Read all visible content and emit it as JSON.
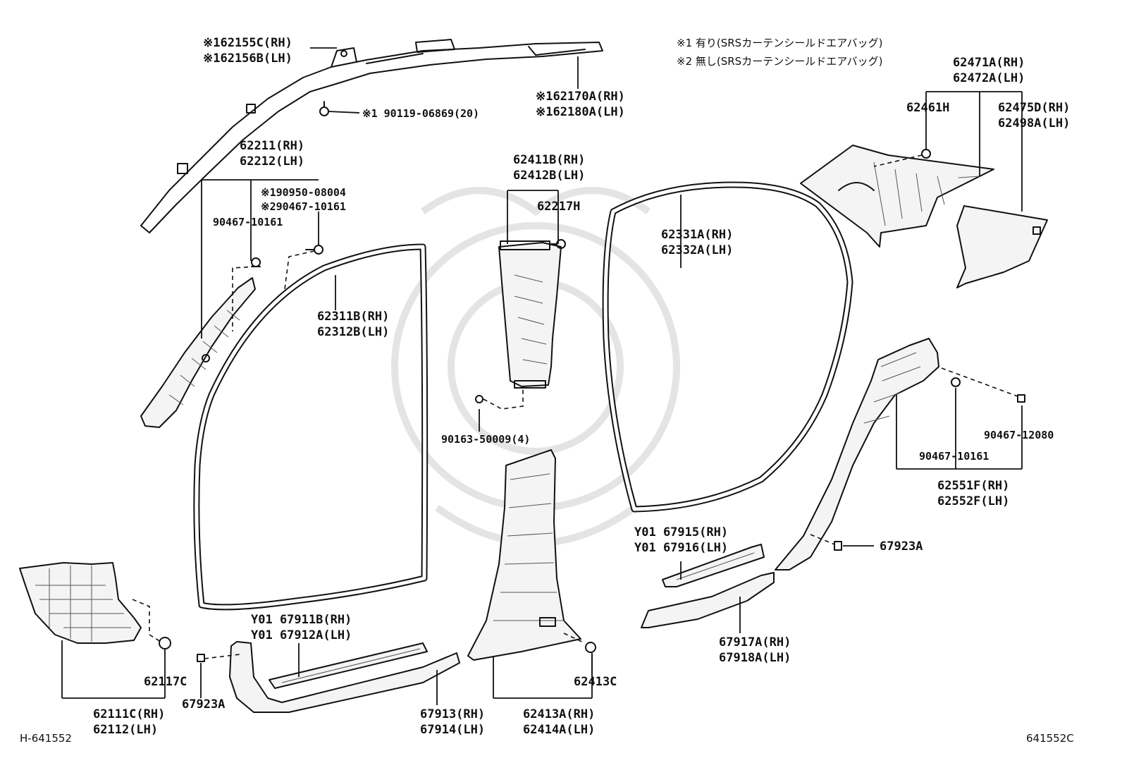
{
  "notes": [
    "※1 有り(SRSカーテンシールドエアバッグ)",
    "※2 無し(SRSカーテンシールドエアバッグ)"
  ],
  "labels": {
    "l62155": [
      "※162155C(RH)",
      "※162156B(LH)"
    ],
    "l62170": [
      "※162170A(RH)",
      "※162180A(LH)"
    ],
    "l90119": [
      "※1 90119-06869(20)"
    ],
    "l62211": [
      "62211(RH)",
      "62212(LH)"
    ],
    "l90950": [
      "※190950-08004",
      "※290467-10161"
    ],
    "l90467a": [
      "90467-10161"
    ],
    "l62311": [
      "62311B(RH)",
      "62312B(LH)"
    ],
    "l62411": [
      "62411B(RH)",
      "62412B(LH)"
    ],
    "l62217": [
      "62217H"
    ],
    "l90163": [
      "90163-50009(4)"
    ],
    "l62331": [
      "62331A(RH)",
      "62332A(LH)"
    ],
    "l62471": [
      "62471A(RH)",
      "62472A(LH)"
    ],
    "l62461": [
      "62461H"
    ],
    "l62475": [
      "62475D(RH)",
      "62498A(LH)"
    ],
    "l90467b": [
      "90467-12080"
    ],
    "l90467c": [
      "90467-10161"
    ],
    "l62551": [
      "62551F(RH)",
      "62552F(LH)"
    ],
    "l67915": [
      "Y01 67915(RH)",
      "Y01 67916(LH)"
    ],
    "l67923r": [
      "67923A"
    ],
    "l67917": [
      "67917A(RH)",
      "67918A(LH)"
    ],
    "l67911": [
      "Y01 67911B(RH)",
      "Y01 67912A(LH)"
    ],
    "l62117": [
      "62117C"
    ],
    "l67923l": [
      "67923A"
    ],
    "l62111": [
      "62111C(RH)",
      "62112(LH)"
    ],
    "l67913": [
      "67913(RH)",
      "67914(LH)"
    ],
    "l62413c": [
      "62413C"
    ],
    "l62413a": [
      "62413A(RH)",
      "62414A(LH)"
    ]
  },
  "footer": {
    "left_code": "H-641552",
    "right_code": "641552C"
  }
}
